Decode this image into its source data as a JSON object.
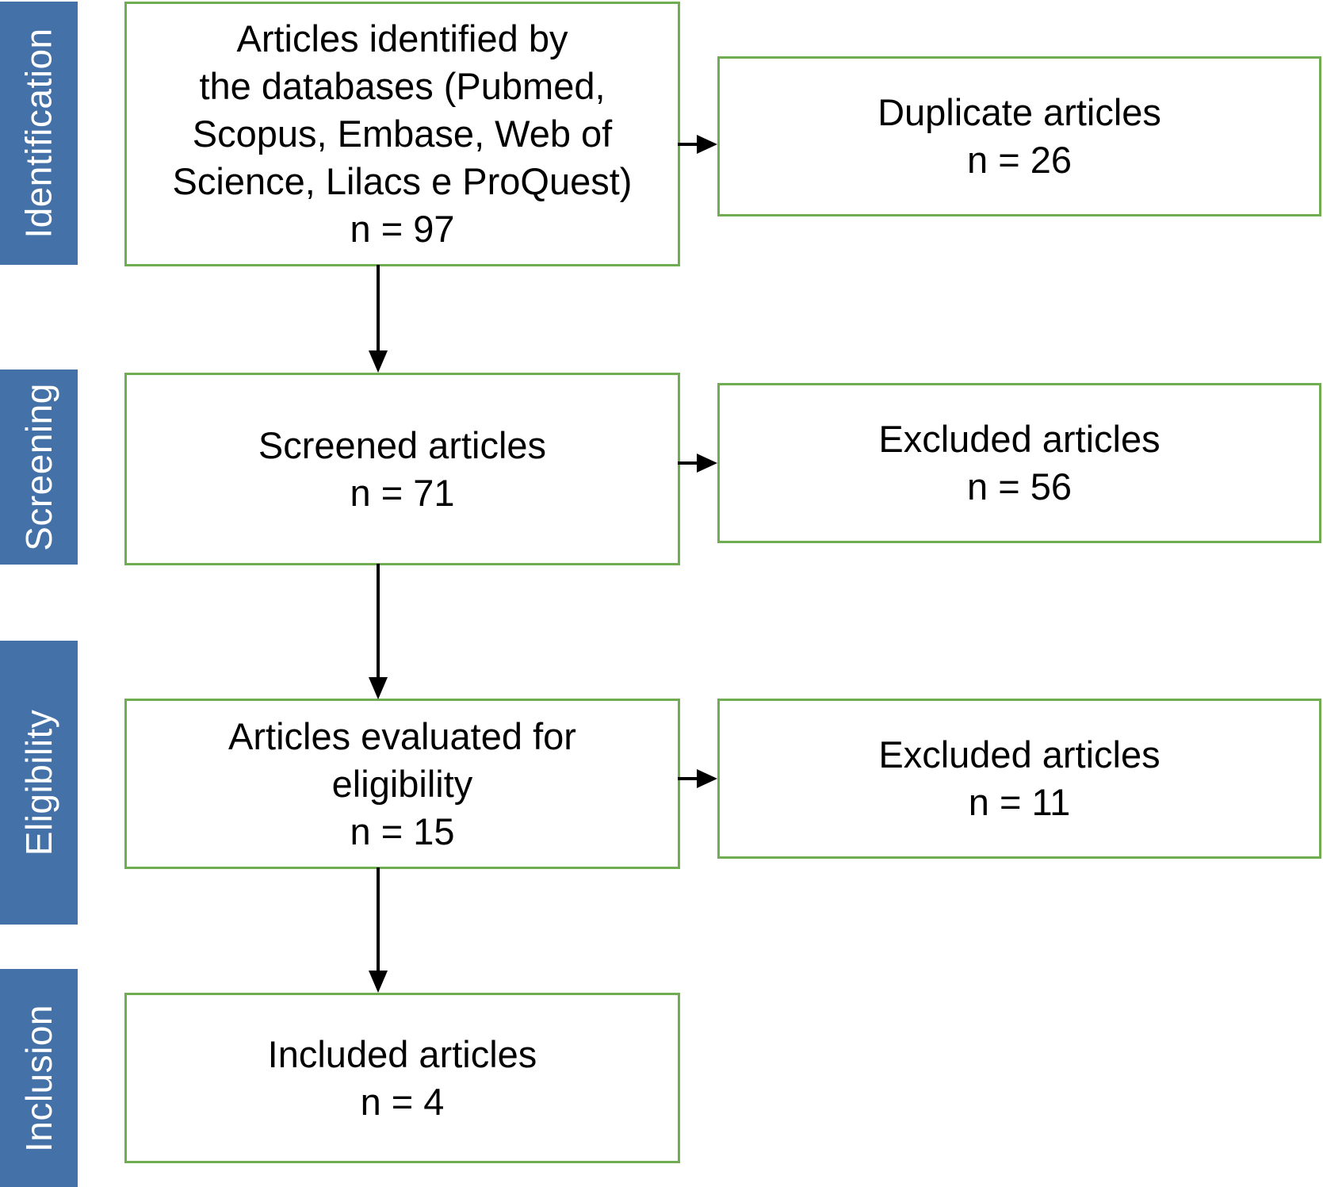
{
  "diagram": {
    "title": "PRISMA study selection flow diagram",
    "colors": {
      "stage_bar_blue": "#4472A8",
      "box_border_green": "#70AD52",
      "arrow_black": "#000000",
      "background": "#FFFFFF",
      "stage_label_text": "#FFFFFF",
      "box_text": "#000000"
    },
    "stages": [
      {
        "id": "identification",
        "label": "Identification"
      },
      {
        "id": "screening",
        "label": "Screening"
      },
      {
        "id": "eligibility",
        "label": "Eligibility"
      },
      {
        "id": "inclusion",
        "label": "Inclusion"
      }
    ],
    "main_boxes": [
      {
        "id": "identified",
        "text": "Articles identified by\nthe databases (Pubmed,\nScopus, Embase, Web of\nScience, Lilacs e ProQuest)\nn = 97",
        "count_label": "n = 97",
        "count": 97
      },
      {
        "id": "screened",
        "text": "Screened articles\nn = 71",
        "count_label": "n = 71",
        "count": 71
      },
      {
        "id": "eligibility-evaluated",
        "text": "Articles evaluated for\neligibility\nn = 15",
        "count_label": "n = 15",
        "count": 15
      },
      {
        "id": "included",
        "text": "Included articles\nn = 4",
        "count_label": "n = 4",
        "count": 4
      }
    ],
    "side_boxes": [
      {
        "id": "duplicates",
        "text": "Duplicate articles\nn = 26",
        "count_label": "n = 26",
        "count": 26
      },
      {
        "id": "excluded-screening",
        "text": "Excluded articles\nn = 56",
        "count_label": "n = 56",
        "count": 56
      },
      {
        "id": "excluded-eligibility",
        "text": "Excluded articles\nn = 11",
        "count_label": "n = 11",
        "count": 11
      }
    ]
  }
}
